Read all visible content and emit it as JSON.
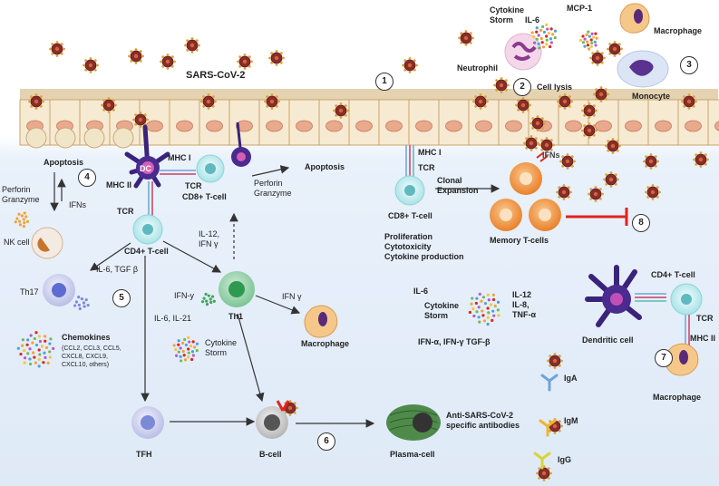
{
  "title": "SARS-CoV-2",
  "labels": {
    "cytokine_storm_top": "Cytokine\nStorm",
    "il6_top": "IL-6",
    "mcp1": "MCP-1",
    "macrophage_top": "Macrophage",
    "neutrophil": "Neutrophil",
    "cell_lysis": "Cell lysis",
    "monocyte": "Monocyte",
    "apoptosis_left": "Apoptosis",
    "apoptosis_mid": "Apoptosis",
    "mhc1_left": "MHC I",
    "mhc2_left": "MHC II",
    "tcr_left_top": "TCR",
    "tcr_left": "TCR",
    "dc": "DC",
    "cd8_left": "CD8+ T-cell",
    "perforin_granzyme_mid": "Perforin\nGranzyme",
    "perforin_granzyme_left": "Perforin\nGranzyme",
    "ifns_left": "IFNs",
    "nk_cell": "NK cell",
    "cd4_center": "CD4+ T-cell",
    "il12_ifng": "IL-12,\nIFN γ",
    "il6_tgfb": "IL-6, TGF β",
    "th17": "Th17",
    "ifn_y_th1": "IFN-y",
    "th1": "Th1",
    "il6_il21": "IL-6, IL-21",
    "ifn_gamma_right": "IFN γ",
    "macrophage_mid": "Macrophage",
    "chemokines_title": "Chemokines",
    "chemokines_list": "(CCL2, CCL3, CCL5,\nCXCL8, CXCL9,\nCXCL10, others)",
    "cytokine_storm_mid": "Cytokine\nStorm",
    "tfh": "TFH",
    "bcell": "B-cell",
    "plasma_cell": "Plasma-cell",
    "antibodies": "Anti-SARS-CoV-2\nspecific antibodies",
    "iga": "IgA",
    "igm": "IgM",
    "igg": "IgG",
    "mhc1_right": "MHC I",
    "tcr_right": "TCR",
    "cd8_right": "CD8+ T-cell",
    "clonal_expansion": "Clonal\nExpansion",
    "ifns_right": "IFNs",
    "memory_tcells": "Memory T-cells",
    "prolif": "Proliferation\nCytotoxicity\nCytokine production",
    "il6_right": "IL-6",
    "cytokine_storm_right": "Cytokine\nStorm",
    "il12_il8_tnf": "IL-12\nIL-8,\nTNF-α",
    "ifn_tgf": "IFN-α, IFN-γ TGF-β",
    "dendritic_cell": "Dendritic cell",
    "cd4_right": "CD4+ T-cell",
    "tcr_right2": "TCR",
    "mhc2_right": "MHC II",
    "macrophage_right": "Macrophage"
  },
  "numbers": [
    "1",
    "2",
    "3",
    "4",
    "5",
    "6",
    "7",
    "8"
  ]
}
